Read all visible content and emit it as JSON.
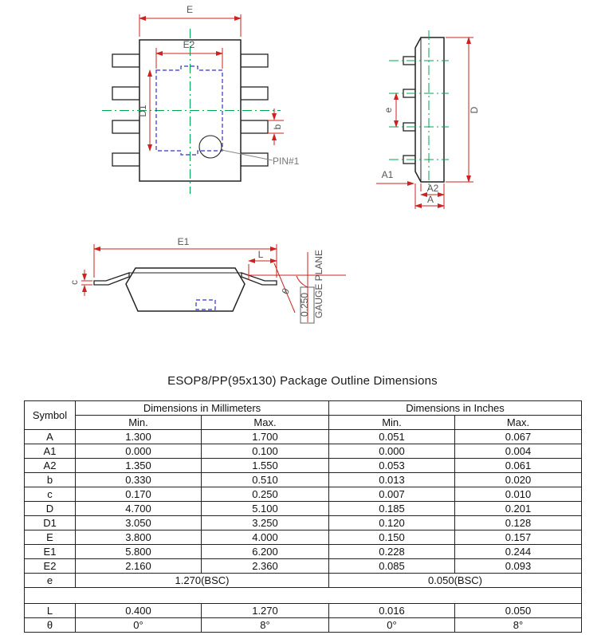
{
  "title": "ESOP8/PP(95x130) Package Outline Dimensions",
  "colors": {
    "outline": "#222222",
    "dimension_line": "#cc2222",
    "centerline_green": "#00a651",
    "pad_dashed_blue": "#3333cc"
  },
  "drawing": {
    "top_view": {
      "dim_E": "E",
      "dim_E2": "E2",
      "dim_D1": "D1",
      "dim_b": "b",
      "pin1_label": "PIN#1"
    },
    "side_view": {
      "dim_e": "e",
      "dim_D": "D",
      "dim_A1": "A1",
      "dim_A2": "A2",
      "dim_A": "A"
    },
    "front_view": {
      "dim_E1": "E1",
      "dim_L": "L",
      "dim_c": "c",
      "dim_theta": "θ",
      "gauge_value": "0.250",
      "gauge_plane": "GAUGE PLANE"
    }
  },
  "table": {
    "headers": {
      "symbol": "Symbol",
      "mm": "Dimensions in Millimeters",
      "inches": "Dimensions in Inches",
      "min": "Min.",
      "max": "Max."
    },
    "rows": [
      {
        "symbol": "A",
        "mm_min": "1.300",
        "mm_max": "1.700",
        "in_min": "0.051",
        "in_max": "0.067"
      },
      {
        "symbol": "A1",
        "mm_min": "0.000",
        "mm_max": "0.100",
        "in_min": "0.000",
        "in_max": "0.004"
      },
      {
        "symbol": "A2",
        "mm_min": "1.350",
        "mm_max": "1.550",
        "in_min": "0.053",
        "in_max": "0.061"
      },
      {
        "symbol": "b",
        "mm_min": "0.330",
        "mm_max": "0.510",
        "in_min": "0.013",
        "in_max": "0.020"
      },
      {
        "symbol": "c",
        "mm_min": "0.170",
        "mm_max": "0.250",
        "in_min": "0.007",
        "in_max": "0.010"
      },
      {
        "symbol": "D",
        "mm_min": "4.700",
        "mm_max": "5.100",
        "in_min": "0.185",
        "in_max": "0.201"
      },
      {
        "symbol": "D1",
        "mm_min": "3.050",
        "mm_max": "3.250",
        "in_min": "0.120",
        "in_max": "0.128"
      },
      {
        "symbol": "E",
        "mm_min": "3.800",
        "mm_max": "4.000",
        "in_min": "0.150",
        "in_max": "0.157"
      },
      {
        "symbol": "E1",
        "mm_min": "5.800",
        "mm_max": "6.200",
        "in_min": "0.228",
        "in_max": "0.244"
      },
      {
        "symbol": "E2",
        "mm_min": "2.160",
        "mm_max": "2.360",
        "in_min": "0.085",
        "in_max": "0.093"
      },
      {
        "symbol": "e",
        "type": "span",
        "mm": "1.270(BSC)",
        "inches": "0.050(BSC)"
      },
      {
        "type": "spacer"
      },
      {
        "symbol": "L",
        "mm_min": "0.400",
        "mm_max": "1.270",
        "in_min": "0.016",
        "in_max": "0.050"
      },
      {
        "symbol": "θ",
        "mm_min": "0°",
        "mm_max": "8°",
        "in_min": "0°",
        "in_max": "8°"
      }
    ]
  }
}
